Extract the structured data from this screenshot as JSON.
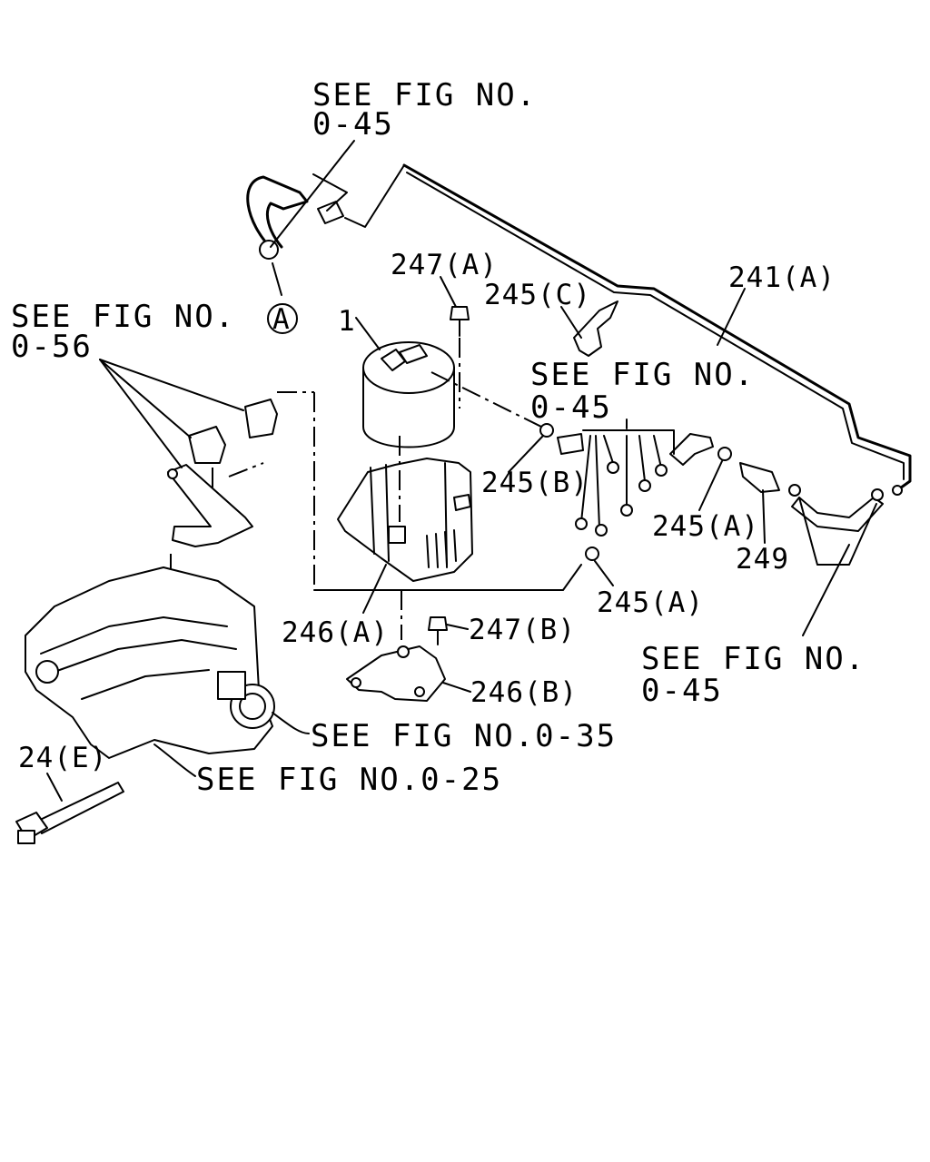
{
  "labels": {
    "see_fig_045_top_l1": "SEE FIG NO.",
    "see_fig_045_top_l2": "0-45",
    "callout_a": "A",
    "see_fig_056_l1": "SEE FIG NO.",
    "see_fig_056_l2": "0-56",
    "part_247a": "247(A)",
    "part_245c": "245(C)",
    "part_241a": "241(A)",
    "part_1": "1",
    "see_fig_045_mid_l1": "SEE FIG NO.",
    "see_fig_045_mid_l2": "0-45",
    "part_245b": "245(B)",
    "part_245a_upper": "245(A)",
    "part_249": "249",
    "part_245a_lower": "245(A)",
    "part_246a": "246(A)",
    "part_247b": "247(B)",
    "part_246b": "246(B)",
    "see_fig_045_right_l1": "SEE FIG NO.",
    "see_fig_045_right_l2": "0-45",
    "see_fig_035": "SEE FIG NO.0-35",
    "see_fig_025": "SEE FIG NO.0-25",
    "part_24e": "24(E)"
  }
}
